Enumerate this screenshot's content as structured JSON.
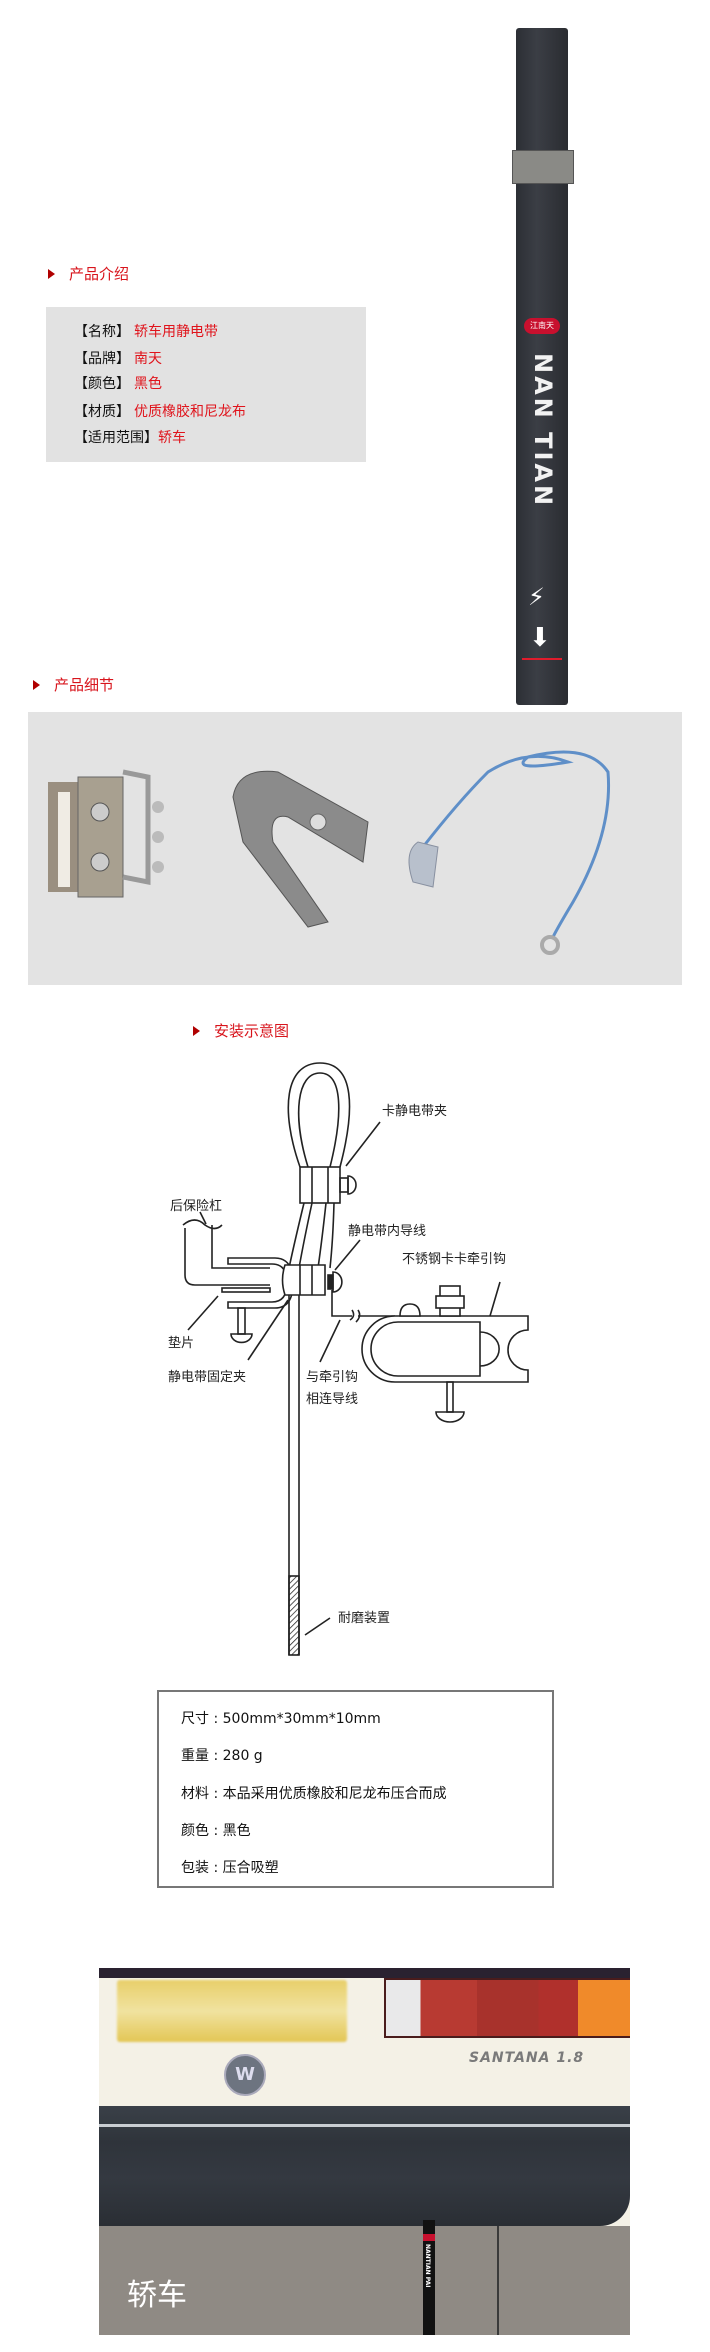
{
  "intro": {
    "heading": "产品介绍",
    "rows": [
      {
        "key": "【名称】",
        "value": "轿车用静电带"
      },
      {
        "key": "【品牌】",
        "value": "南天"
      },
      {
        "key": "【颜色】",
        "value": "黑色"
      },
      {
        "key": "【材质】",
        "value": "优质橡胶和尼龙布"
      },
      {
        "key": "【适用范围】",
        "value": "轿车"
      }
    ]
  },
  "product_image": {
    "logo_text": "江南天",
    "strap_text": "NAN TIAN"
  },
  "details": {
    "heading": "产品细节"
  },
  "diagram": {
    "heading": "安装示意图",
    "labels": {
      "clip": "卡静电带夹",
      "bumper": "后保险杠",
      "inner_wire": "静电带内导线",
      "tow_hook": "不锈钢卡卡牵引钩",
      "pad": "垫片",
      "fixing_clip": "静电带固定夹",
      "hook_wire_1": "与牵引钩",
      "hook_wire_2": "相连导线",
      "wear_part": "耐磨装置"
    }
  },
  "specs": [
    {
      "key": "尺寸",
      "value": "500mm*30mm*10mm"
    },
    {
      "key": "重量",
      "value": "280 g"
    },
    {
      "key": "材料",
      "value": "本品采用优质橡胶和尼龙布压合而成"
    },
    {
      "key": "颜色",
      "value": "黑色"
    },
    {
      "key": "包装",
      "value": "压合吸塑"
    }
  ],
  "car_photo": {
    "caption": "轿车",
    "badge": "SANTANA 1.8",
    "strap_label": "NANTIAN PAI"
  },
  "colors": {
    "accent": "#d8141c",
    "panel": "#e3e3e3"
  }
}
